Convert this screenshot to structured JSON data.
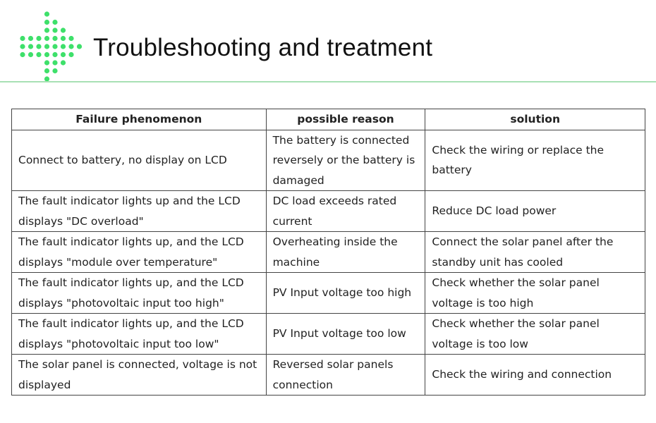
{
  "title": "Troubleshooting and treatment",
  "brand_color": "#3ee06a",
  "table": {
    "headers": [
      "Failure phenomenon",
      "possible reason",
      "solution"
    ],
    "rows": [
      [
        "Connect to battery, no display on LCD",
        "The battery is connected reversely or the battery is damaged",
        "Check the wiring or replace the battery"
      ],
      [
        "The fault indicator lights up and the LCD displays \"DC overload\"",
        "DC load exceeds rated current",
        "Reduce DC load power"
      ],
      [
        "The fault indicator lights up, and the LCD displays \"module over temperature\"",
        "Overheating inside the machine",
        "Connect the solar panel after the standby unit has cooled"
      ],
      [
        "The fault indicator lights up, and the LCD displays \"photovoltaic input too high\"",
        "PV Input voltage too high",
        "Check whether the solar panel voltage is too high"
      ],
      [
        "The fault indicator lights up, and the LCD displays \"photovoltaic input too low\"",
        "PV Input voltage too low",
        "Check whether the solar panel voltage is too low"
      ],
      [
        "The solar panel is connected, voltage is not displayed",
        "Reversed solar panels connection",
        "Check the wiring and connection"
      ]
    ]
  }
}
